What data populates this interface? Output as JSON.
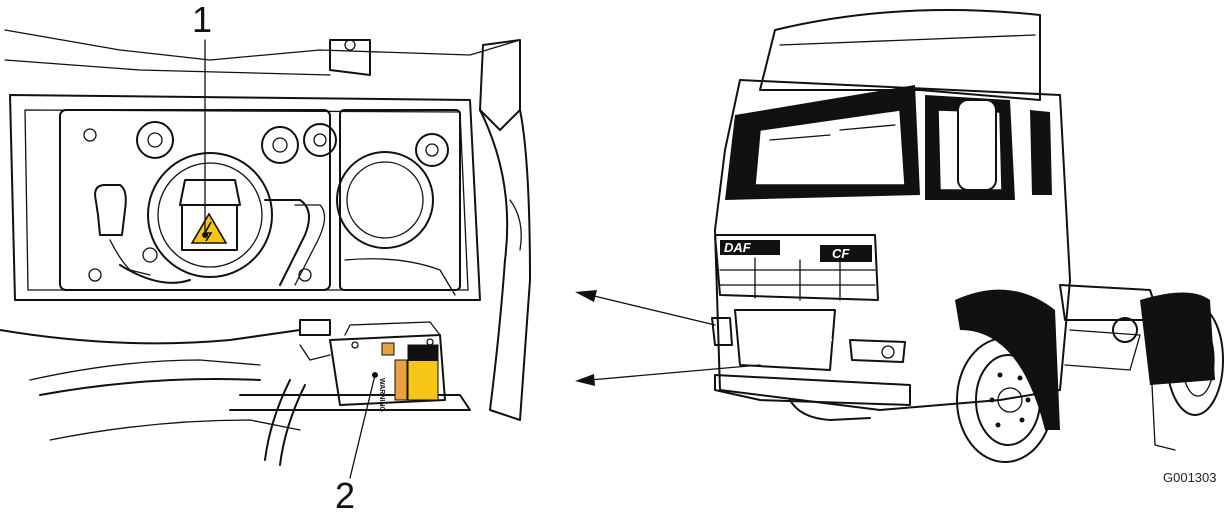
{
  "callouts": {
    "one": "1",
    "two": "2"
  },
  "figure_code": "G001303",
  "truck": {
    "grille_badge": "DAF",
    "model_badge": "CF"
  },
  "warning_box": {
    "label": "WARNING"
  },
  "colors": {
    "warning_yellow": "#f5c518",
    "warning_orange": "#e8a040",
    "line": "#111111"
  }
}
